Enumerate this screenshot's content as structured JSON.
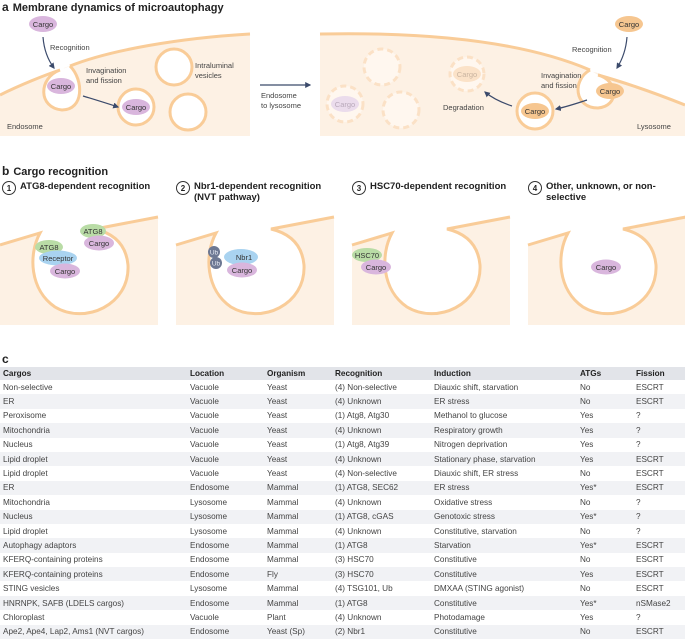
{
  "panel_a": {
    "letter": "a",
    "title": "Membrane dynamics of microautophagy",
    "endosome": {
      "cargo_label": "Cargo",
      "recognition": "Recognition",
      "invagination_line1": "Invagination",
      "invagination_line2": "and fission",
      "ilv_line1": "Intraluminal",
      "ilv_line2": "vesicles",
      "compartment_label": "Endosome"
    },
    "transition_line1": "Endosome",
    "transition_line2": "to lysosome",
    "lysosome": {
      "cargo_label": "Cargo",
      "recognition": "Recognition",
      "invagination_line1": "Invagination",
      "invagination_line2": "and fission",
      "degradation": "Degradation",
      "compartment_label": "Lysosome"
    }
  },
  "panel_b": {
    "letter": "b",
    "title": "Cargo recognition",
    "subpanels": [
      {
        "num": "1",
        "title_line1": "ATG8-dependent recognition",
        "title_line2": "",
        "labels": {
          "atg8_a": "ATG8",
          "receptor": "Receptor",
          "cargo_a": "Cargo",
          "atg8_b": "ATG8",
          "cargo_b": "Cargo"
        }
      },
      {
        "num": "2",
        "title_line1": "Nbr1-dependent recognition",
        "title_line2": "(NVT pathway)",
        "labels": {
          "ub1": "Ub",
          "ub2": "Ub",
          "nbr1": "Nbr1",
          "cargo": "Cargo"
        }
      },
      {
        "num": "3",
        "title_line1": "HSC70-dependent recognition",
        "title_line2": "",
        "labels": {
          "hsc70": "HSC70",
          "cargo": "Cargo"
        }
      },
      {
        "num": "4",
        "title_line1": "Other, unknown, or non-selective",
        "title_line2": "",
        "labels": {
          "cargo": "Cargo"
        }
      }
    ]
  },
  "panel_c": {
    "letter": "c",
    "columns": [
      "Cargos",
      "Location",
      "Organism",
      "Recognition",
      "Induction",
      "ATGs",
      "Fission"
    ],
    "rows": [
      [
        "Non-selective",
        "Vacuole",
        "Yeast",
        "(4) Non-selective",
        "Diauxic shift, starvation",
        "No",
        "ESCRT"
      ],
      [
        "ER",
        "Vacuole",
        "Yeast",
        "(4) Unknown",
        "ER stress",
        "No",
        "ESCRT"
      ],
      [
        "Peroxisome",
        "Vacuole",
        "Yeast",
        "(1) Atg8, Atg30",
        "Methanol to glucose",
        "Yes",
        "?"
      ],
      [
        "Mitochondria",
        "Vacuole",
        "Yeast",
        "(4) Unknown",
        "Respiratory growth",
        "Yes",
        "?"
      ],
      [
        "Nucleus",
        "Vacuole",
        "Yeast",
        "(1) Atg8, Atg39",
        "Nitrogen deprivation",
        "Yes",
        "?"
      ],
      [
        "Lipid droplet",
        "Vacuole",
        "Yeast",
        "(4) Unknown",
        "Stationary phase, starvation",
        "Yes",
        "ESCRT"
      ],
      [
        "Lipid droplet",
        "Vacuole",
        "Yeast",
        "(4) Non-selective",
        "Diauxic shift, ER stress",
        "No",
        "ESCRT"
      ],
      [
        "ER",
        "Endosome",
        "Mammal",
        "(1) ATG8, SEC62",
        "ER stress",
        "Yes*",
        "ESCRT"
      ],
      [
        "Mitochondria",
        "Lysosome",
        "Mammal",
        "(4) Unknown",
        "Oxidative stress",
        "No",
        "?"
      ],
      [
        "Nucleus",
        "Lysosome",
        "Mammal",
        "(1) ATG8, cGAS",
        "Genotoxic stress",
        "Yes*",
        "?"
      ],
      [
        "Lipid droplet",
        "Lysosome",
        "Mammal",
        "(4) Unknown",
        "Constitutive, starvation",
        "No",
        "?"
      ],
      [
        "Autophagy adaptors",
        "Endosome",
        "Mammal",
        "(1) ATG8",
        "Starvation",
        "Yes*",
        "ESCRT"
      ],
      [
        "KFERQ-containing proteins",
        "Endosome",
        "Mammal",
        "(3) HSC70",
        "Constitutive",
        "No",
        "ESCRT"
      ],
      [
        "KFERQ-containing proteins",
        "Endosome",
        "Fly",
        "(3) HSC70",
        "Constitutive",
        "Yes",
        "ESCRT"
      ],
      [
        "STING vesicles",
        "Lysosome",
        "Mammal",
        "(4) TSG101, Ub",
        "DMXAA (STING agonist)",
        "No",
        "ESCRT"
      ],
      [
        "HNRNPK, SAFB (LDELS cargos)",
        "Endosome",
        "Mammal",
        "(1) ATG8",
        "Constitutive",
        "Yes*",
        "nSMase2"
      ],
      [
        "Chloroplast",
        "Vacuole",
        "Plant",
        "(4) Unknown",
        "Photodamage",
        "Yes",
        "?"
      ],
      [
        "Ape2, Ape4, Lap2, Ams1 (NVT cargos)",
        "Endosome",
        "Yeast (Sp)",
        "(2) Nbr1",
        "Constitutive",
        "No",
        "ESCRT"
      ]
    ]
  },
  "colors": {
    "compartment_fill": "#fdf1e4",
    "membrane": "#f9cc98",
    "cargo_purple": "#d9b6dd",
    "cargo_orange": "#f6c690",
    "atg8_green": "#b9dca6",
    "receptor_blue": "#a9d3f0",
    "ub_gray": "#6d7893",
    "arrow": "#3b4a6b",
    "table_header": "#e2e4e9",
    "table_alt_row": "#f1f2f5"
  }
}
